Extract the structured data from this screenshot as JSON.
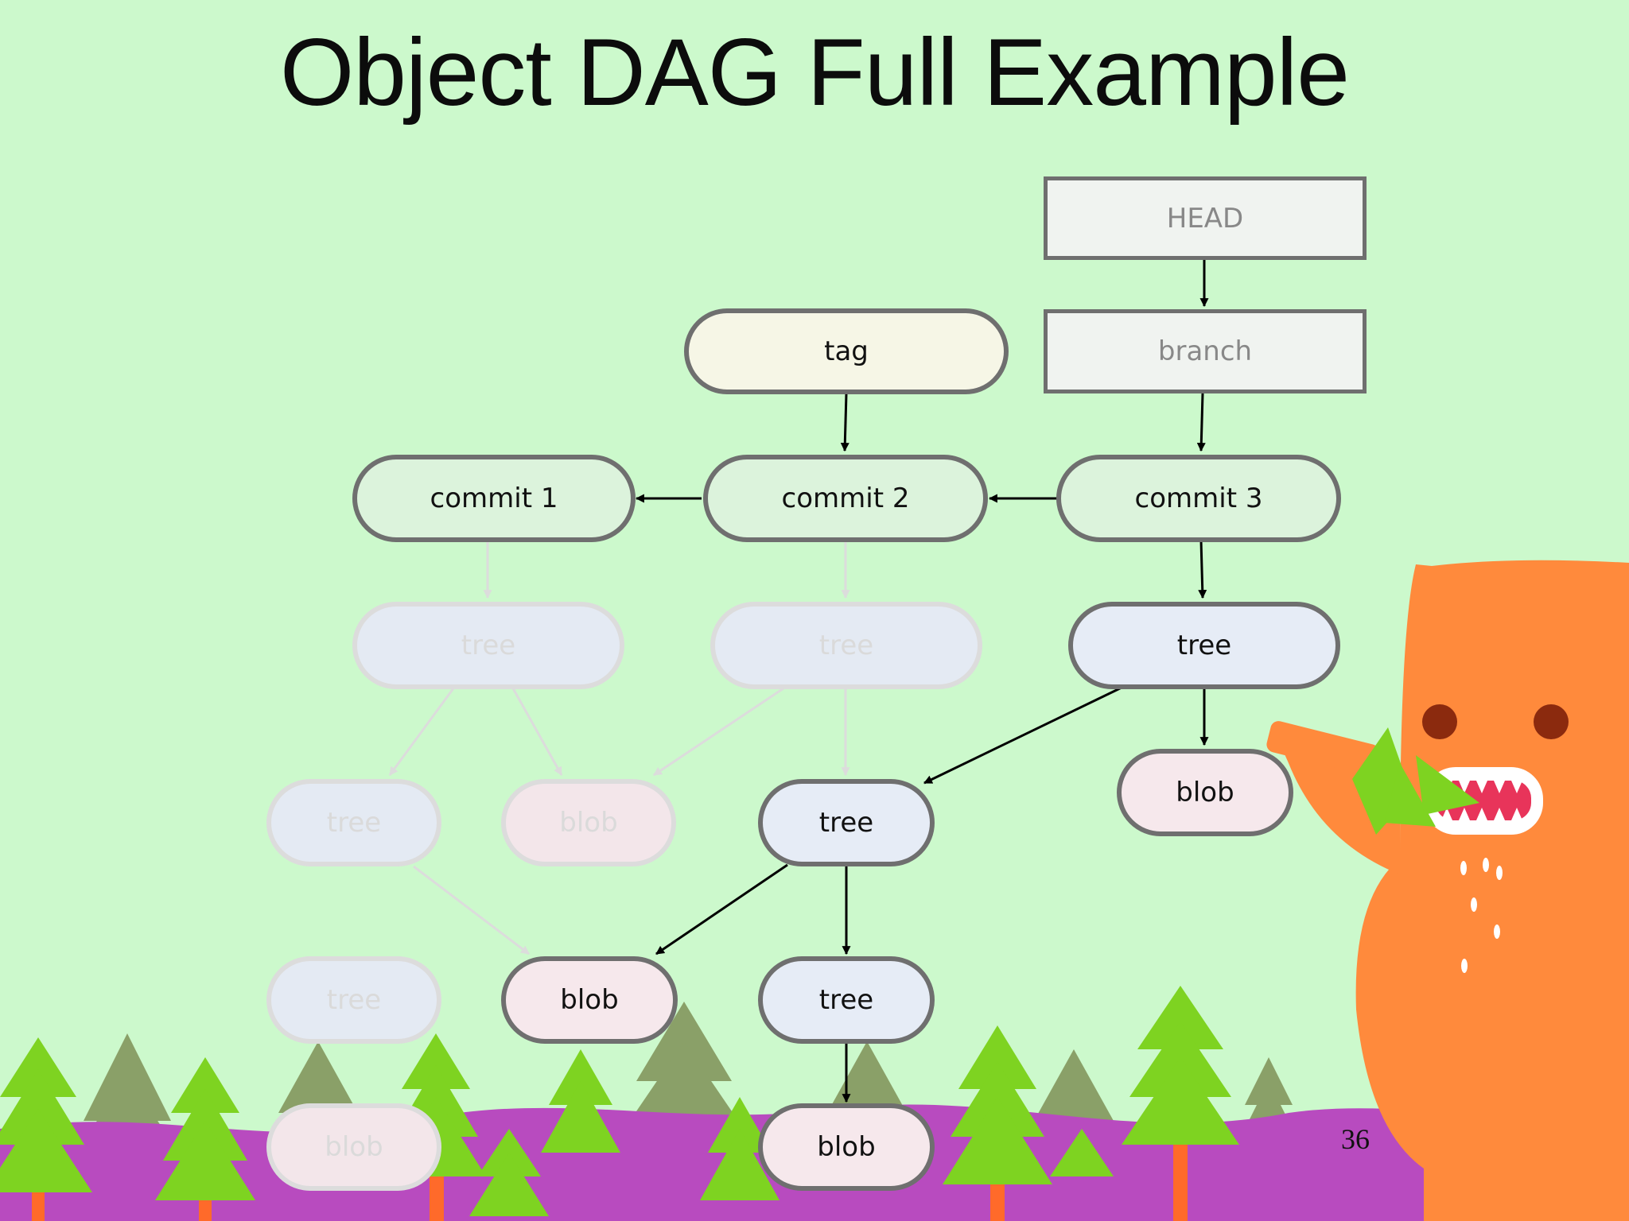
{
  "title": "Object DAG Full Example",
  "page_number": "36",
  "colors": {
    "background": "#ccf9cc",
    "node_border": "#6f6f6f",
    "faded_border": "#dcdcdc",
    "commit_fill": "#dcf3dc",
    "tree_fill": "#e6ecf6",
    "blob_fill": "#f6e8ec",
    "tag_fill": "#f6f6e6",
    "ref_fill": "#f0f3f0",
    "monster": "#ff8a3c",
    "ground": "#b84bbf",
    "trees": "#7ed321"
  },
  "refs": {
    "head": "HEAD",
    "branch": "branch"
  },
  "nodes": {
    "tag": "tag",
    "commit_1": "commit 1",
    "commit_2": "commit 2",
    "commit_3": "commit 3",
    "tree": "tree",
    "blob": "blob"
  }
}
